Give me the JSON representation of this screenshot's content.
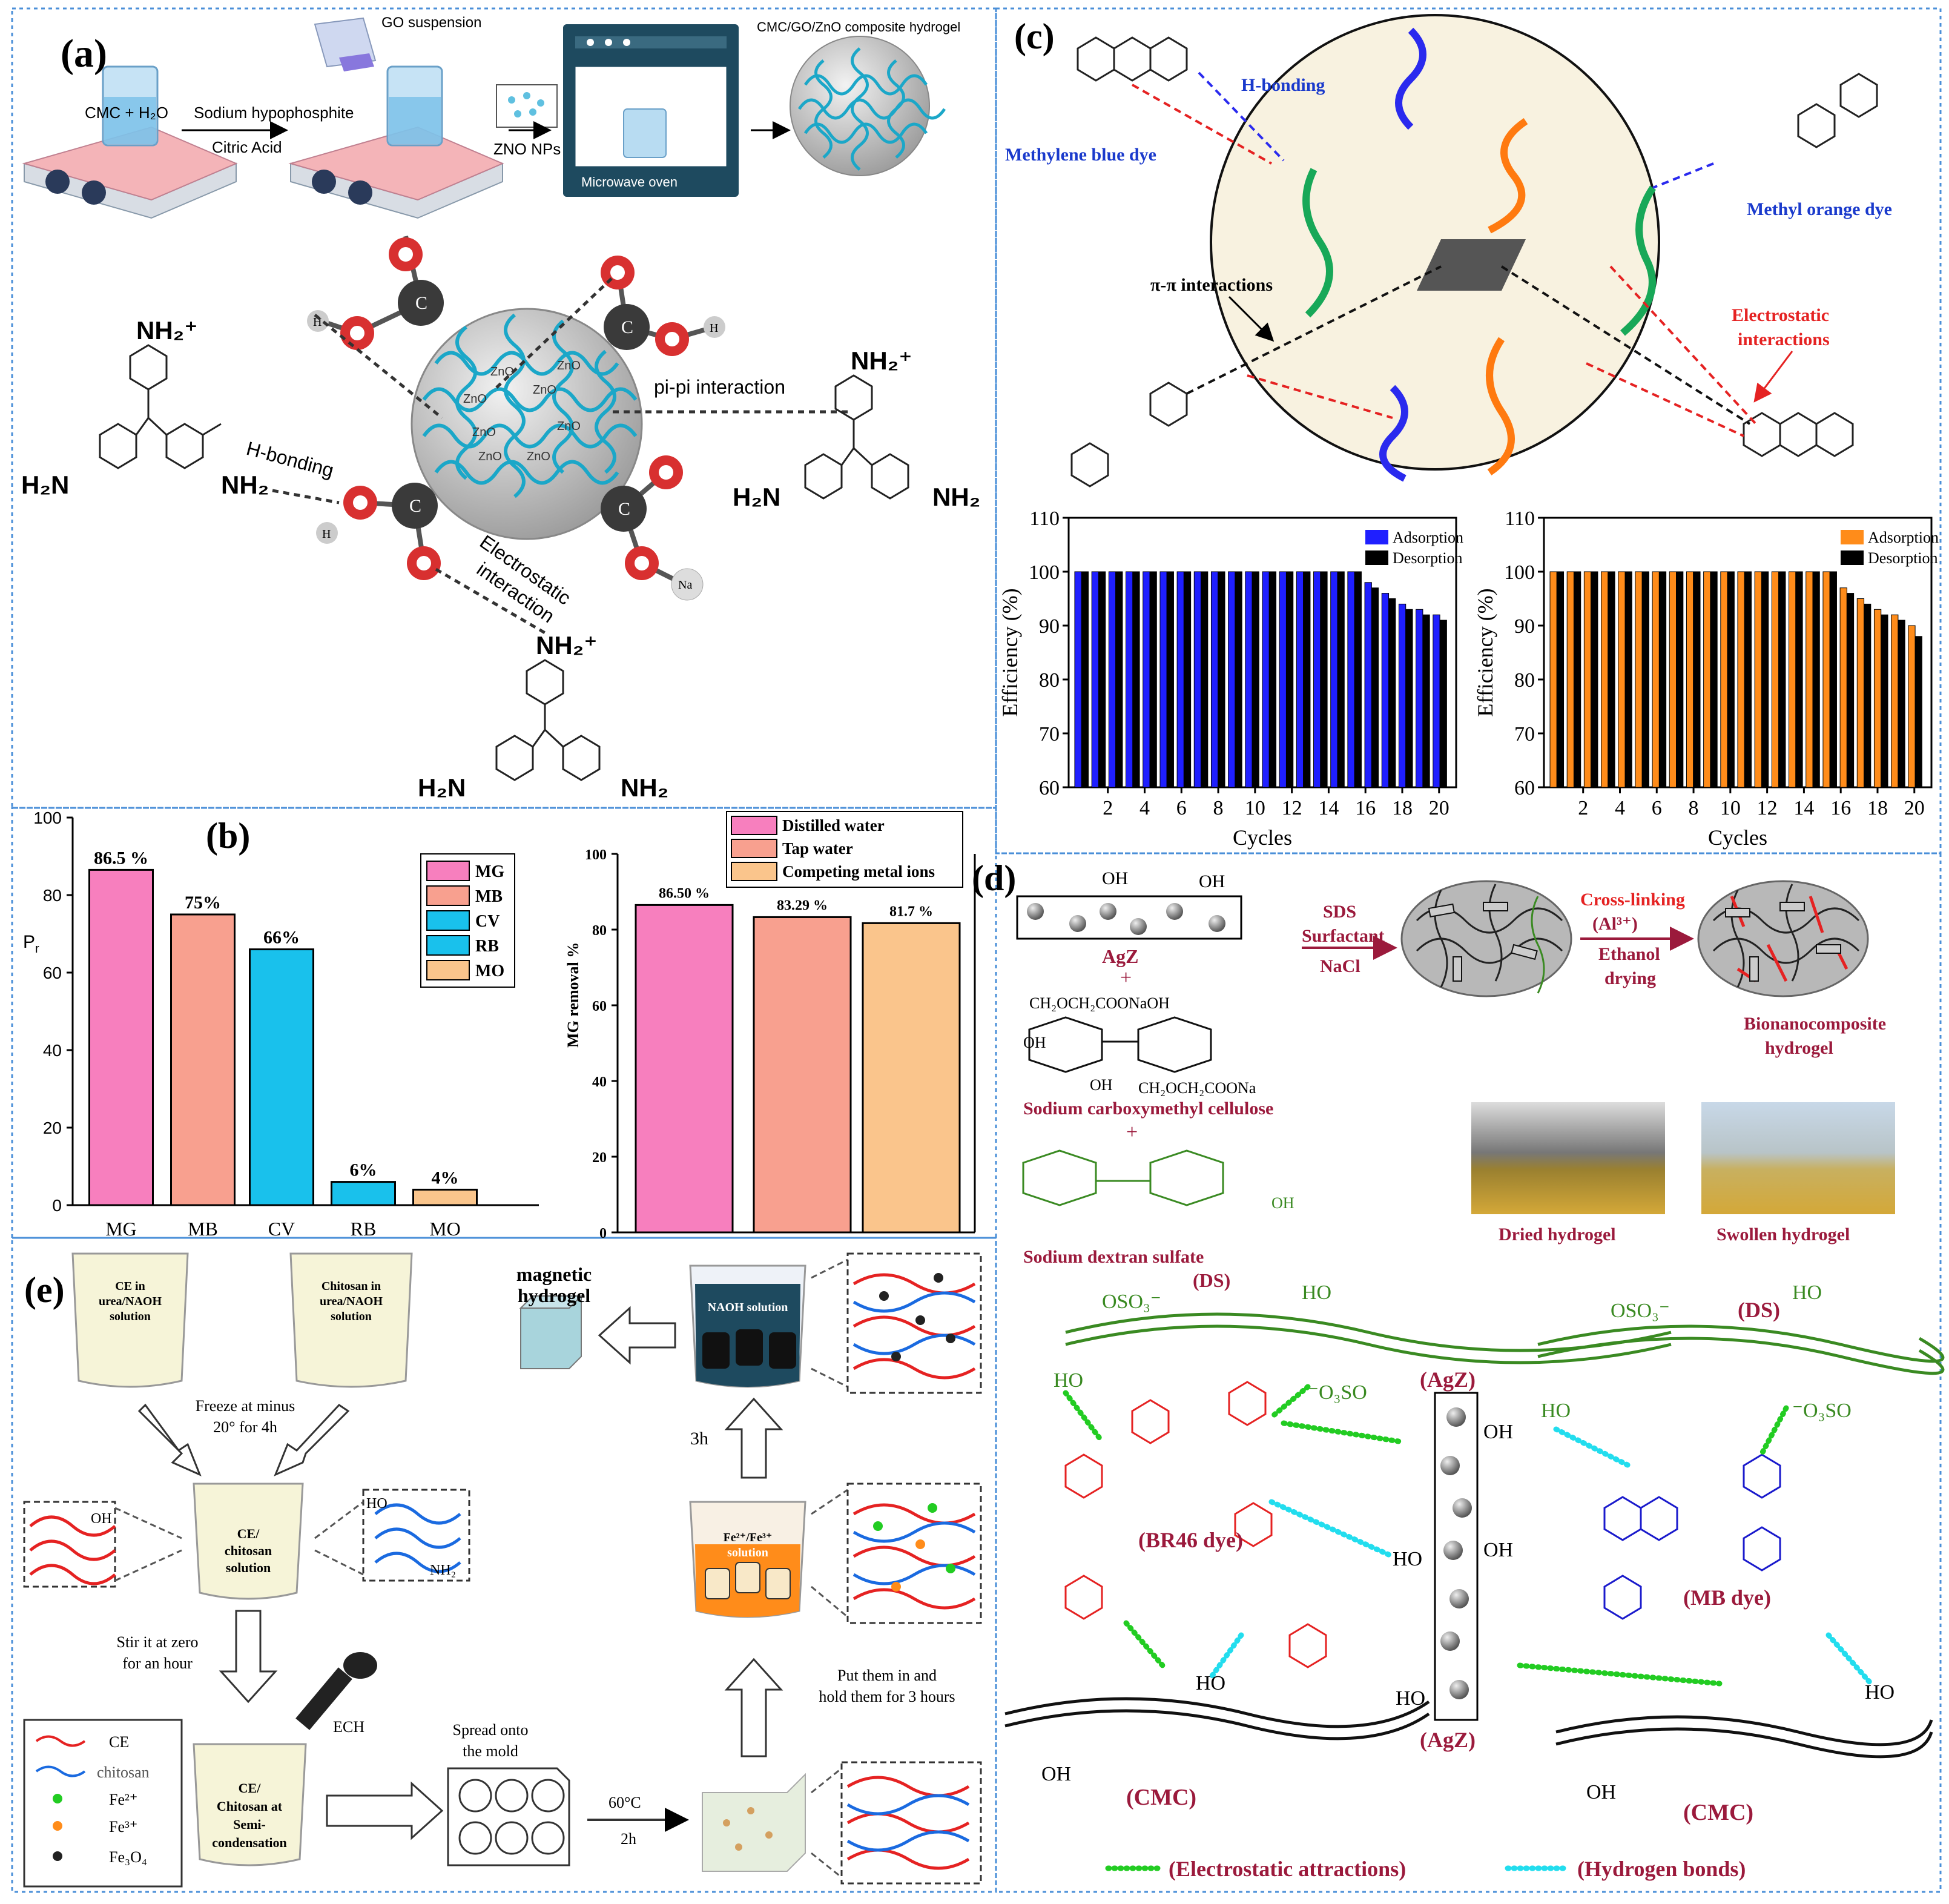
{
  "panels": {
    "a": {
      "letter": "(a)",
      "step1": "CMC + H₂O",
      "step2a": "Sodium hypophosphite",
      "step2b": "Citric Acid",
      "go": "GO suspension",
      "zno": "ZNO NPs",
      "oven": "Microwave oven",
      "product": "CMC/GO/ZnO composite hydrogel",
      "core_label": "ZnO",
      "nh2plus": "NH₂⁺",
      "h2n": "H₂N",
      "nh2": "NH₂",
      "pipi": "pi-pi interaction",
      "hbond": "H-bonding",
      "electro1": "Electrostatic",
      "electro2": "interaction",
      "na": "Na",
      "h": "H"
    },
    "b": {
      "letter": "(b)",
      "pr": "P",
      "pr_sub": "r",
      "mg_removal": "MG removal %"
    },
    "c": {
      "letter": "(c)",
      "mb_dye": "Methylene blue dye",
      "mo_dye": "Methyl orange dye",
      "hbond": "H-bonding",
      "pipi": "π-π interactions",
      "electro1": "Electrostatic",
      "electro2": "interactions",
      "ylabel": "Efficiency (%)",
      "xlabel": "Cycles",
      "adsorption": "Adsorption",
      "desorption": "Desorption"
    },
    "d": {
      "letter": "(d)",
      "agz": "AgZ",
      "agz_p": "(AgZ)",
      "cmc_name": "Sodium carboxymethyl cellulose",
      "ds_name": "Sodium dextran sulfate",
      "ds": "(DS)",
      "cmc": "(CMC)",
      "sds1": "SDS",
      "sds2": "Surfactant",
      "sds3": "NaCl",
      "cross1": "Cross-linking",
      "cross2": "(Al³⁺)",
      "cross3": "Ethanol",
      "cross4": "drying",
      "bio1": "Bionanocomposite",
      "bio2": "hydrogel",
      "dried": "Dried hydrogel",
      "swollen": "Swollen hydrogel",
      "br46": "(BR46 dye)",
      "mb": "(MB dye)",
      "electro_leg": "(Electrostatic attractions)",
      "hbond_leg": "(Hydrogen bonds)",
      "plus": "+",
      "oh": "OH",
      "ho": "HO",
      "oso3": "OSO₃⁻",
      "o3so": "⁻O₃SO",
      "ch2": "CH₂OCH₂COONaOH",
      "ch2b": "CH₂OCH₂COONa"
    },
    "e": {
      "letter": "(e)",
      "b1": [
        "CE in",
        "urea/NAOH",
        "solution"
      ],
      "b2": [
        "Chitosan in",
        "urea/NAOH",
        "solution"
      ],
      "freeze": [
        "Freeze at minus",
        "20° for 4h"
      ],
      "b3": [
        "CE/",
        "chitosan",
        "solution"
      ],
      "stir": [
        "Stir it at zero",
        "for an hour"
      ],
      "ech": "ECH",
      "b4": [
        "CE/",
        "Chitosan at",
        "Semi-",
        "condensation"
      ],
      "spread": [
        "Spread onto",
        "the mold"
      ],
      "temp": "60°C",
      "time2": "2h",
      "put": [
        "Put them in and",
        "hold them for 3 hours"
      ],
      "fe": [
        "Fe²⁺/Fe³⁺",
        "solution"
      ],
      "naoh": "NAOH solution",
      "h3": "3h",
      "magnetic": [
        "magnetic",
        "hydrogel"
      ],
      "oh": "OH",
      "ho": "HO",
      "nh2": "NH₂",
      "legend": [
        "CE",
        "chitosan",
        "Fe²⁺",
        "Fe³⁺",
        "Fe₃O₄"
      ]
    }
  },
  "colors": {
    "pink": "#f77fbe",
    "salmon": "#f8a08f",
    "cyan": "#19c1ec",
    "peach": "#fac58c",
    "blue": "#1f1fff",
    "orange": "#ff8c1a",
    "green_dot": "#22cc22",
    "cyan_dot": "#22ddee",
    "maroon": "#9b1a3c",
    "dye_red": "#e52222",
    "dye_blue": "#1a1acc",
    "ds_green": "#3a8a22"
  },
  "chart_data": [
    {
      "type": "bar",
      "categories": [
        "MG",
        "MB",
        "CV",
        "RB",
        "MO"
      ],
      "values": [
        86.5,
        75,
        66,
        6,
        4
      ],
      "labels": [
        "86.5 %",
        "75%",
        "66%",
        "6%",
        "4%"
      ],
      "legend": [
        "MG",
        "MB",
        "CV",
        "RB",
        "MO"
      ],
      "ylim": [
        0,
        100
      ],
      "yticks": [
        0,
        20,
        40,
        60,
        80,
        100
      ]
    },
    {
      "type": "bar",
      "categories": [
        "Distilled water",
        "Tap water",
        "Competing metal ions"
      ],
      "values": [
        86.5,
        83.29,
        81.7
      ],
      "labels": [
        "86.50 %",
        "83.29 %",
        "81.7 %"
      ],
      "ylabel": "MG removal %",
      "ylim": [
        0,
        100
      ],
      "yticks": [
        0,
        20,
        40,
        60,
        80,
        100
      ]
    },
    {
      "type": "bar",
      "xlabel": "Cycles",
      "ylabel": "Efficiency (%)",
      "ylim": [
        60,
        110
      ],
      "yticks": [
        60,
        70,
        80,
        90,
        100,
        110
      ],
      "xticks": [
        2,
        4,
        6,
        8,
        10,
        12,
        14,
        16,
        18,
        20
      ],
      "series": [
        {
          "name": "Adsorption",
          "values": [
            100,
            100,
            100,
            100,
            100,
            100,
            100,
            100,
            100,
            100,
            100,
            100,
            100,
            100,
            100,
            100,
            100,
            98,
            96,
            94,
            93,
            92
          ]
        },
        {
          "name": "Desorption",
          "values": [
            100,
            100,
            100,
            100,
            100,
            100,
            100,
            100,
            100,
            100,
            100,
            100,
            100,
            100,
            100,
            100,
            100,
            97,
            95,
            93,
            92,
            91
          ]
        }
      ]
    },
    {
      "type": "bar",
      "xlabel": "Cycles",
      "ylabel": "Efficiency (%)",
      "ylim": [
        60,
        110
      ],
      "yticks": [
        60,
        70,
        80,
        90,
        100,
        110
      ],
      "xticks": [
        2,
        4,
        6,
        8,
        10,
        12,
        14,
        16,
        18,
        20
      ],
      "series": [
        {
          "name": "Adsorption",
          "values": [
            100,
            100,
            100,
            100,
            100,
            100,
            100,
            100,
            100,
            100,
            100,
            100,
            100,
            100,
            100,
            100,
            100,
            97,
            95,
            93,
            92,
            90
          ]
        },
        {
          "name": "Desorption",
          "values": [
            100,
            100,
            100,
            100,
            100,
            100,
            100,
            100,
            100,
            100,
            100,
            100,
            100,
            100,
            100,
            100,
            100,
            96,
            94,
            92,
            91,
            88
          ]
        }
      ]
    }
  ]
}
